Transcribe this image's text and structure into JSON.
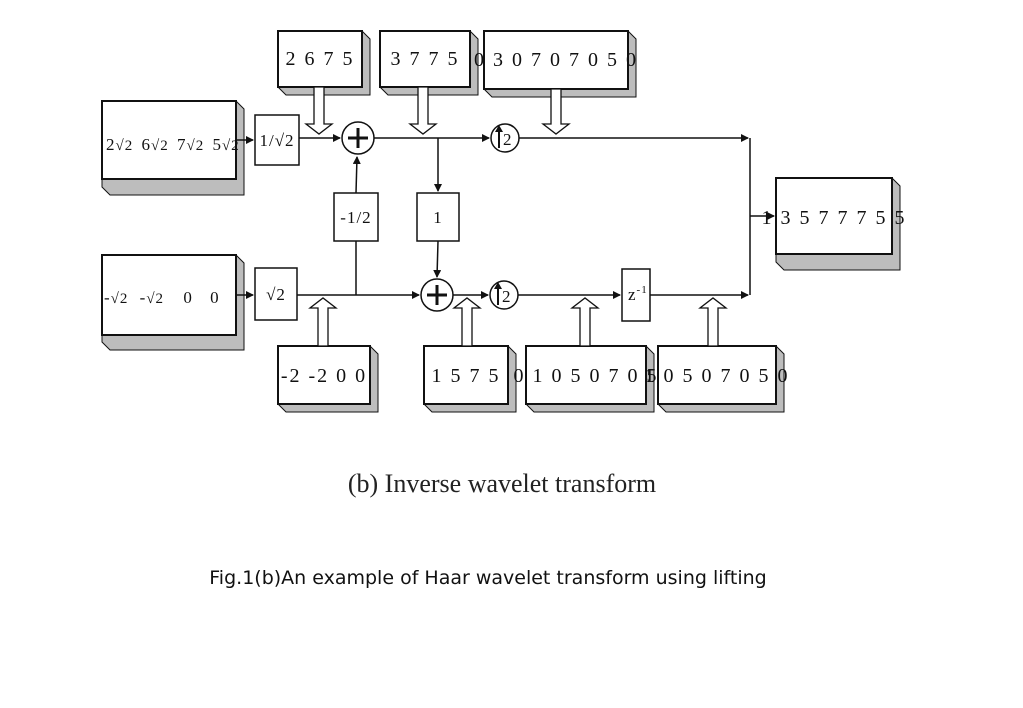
{
  "inputs": {
    "top_approx": [
      "2",
      "√2",
      "6",
      "√2",
      "7",
      "√2",
      "5",
      "√2"
    ],
    "bottom_detail": [
      "-",
      "√2",
      "-",
      "√2",
      "0",
      "0"
    ]
  },
  "blocks": {
    "scale_top": "1/√2",
    "scale_bottom": "√2",
    "predict_coef": "-1/2",
    "update_coef": "1",
    "delay": "z",
    "delay_exp": "-1",
    "upsample": "2"
  },
  "signals": {
    "top_a": "2 6 7 5",
    "top_b": "3 7 7 5",
    "top_c": "0 3 0 7 0 7 0 5 0",
    "bot_a": "-2 -2 0 0",
    "bot_b": "1 5 7 5",
    "bot_c": "0 1 0 5 0 7 0 5",
    "bot_d": "1 0 5 0 7 0 5 0",
    "output": "1 3 5 7 7 7 5 5"
  },
  "subtitle": "(b) Inverse wavelet transform",
  "caption": "Fig.1(b)An example of Haar wavelet transform using lifting"
}
